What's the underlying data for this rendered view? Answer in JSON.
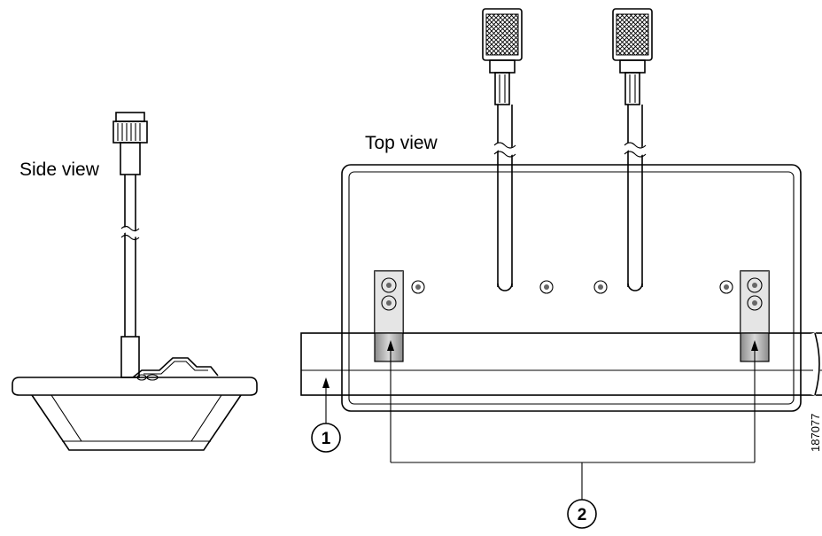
{
  "labels": {
    "side_view": "Side view",
    "top_view": "Top view"
  },
  "callouts": [
    {
      "number": "1"
    },
    {
      "number": "2"
    }
  ],
  "figure_id": "187077"
}
